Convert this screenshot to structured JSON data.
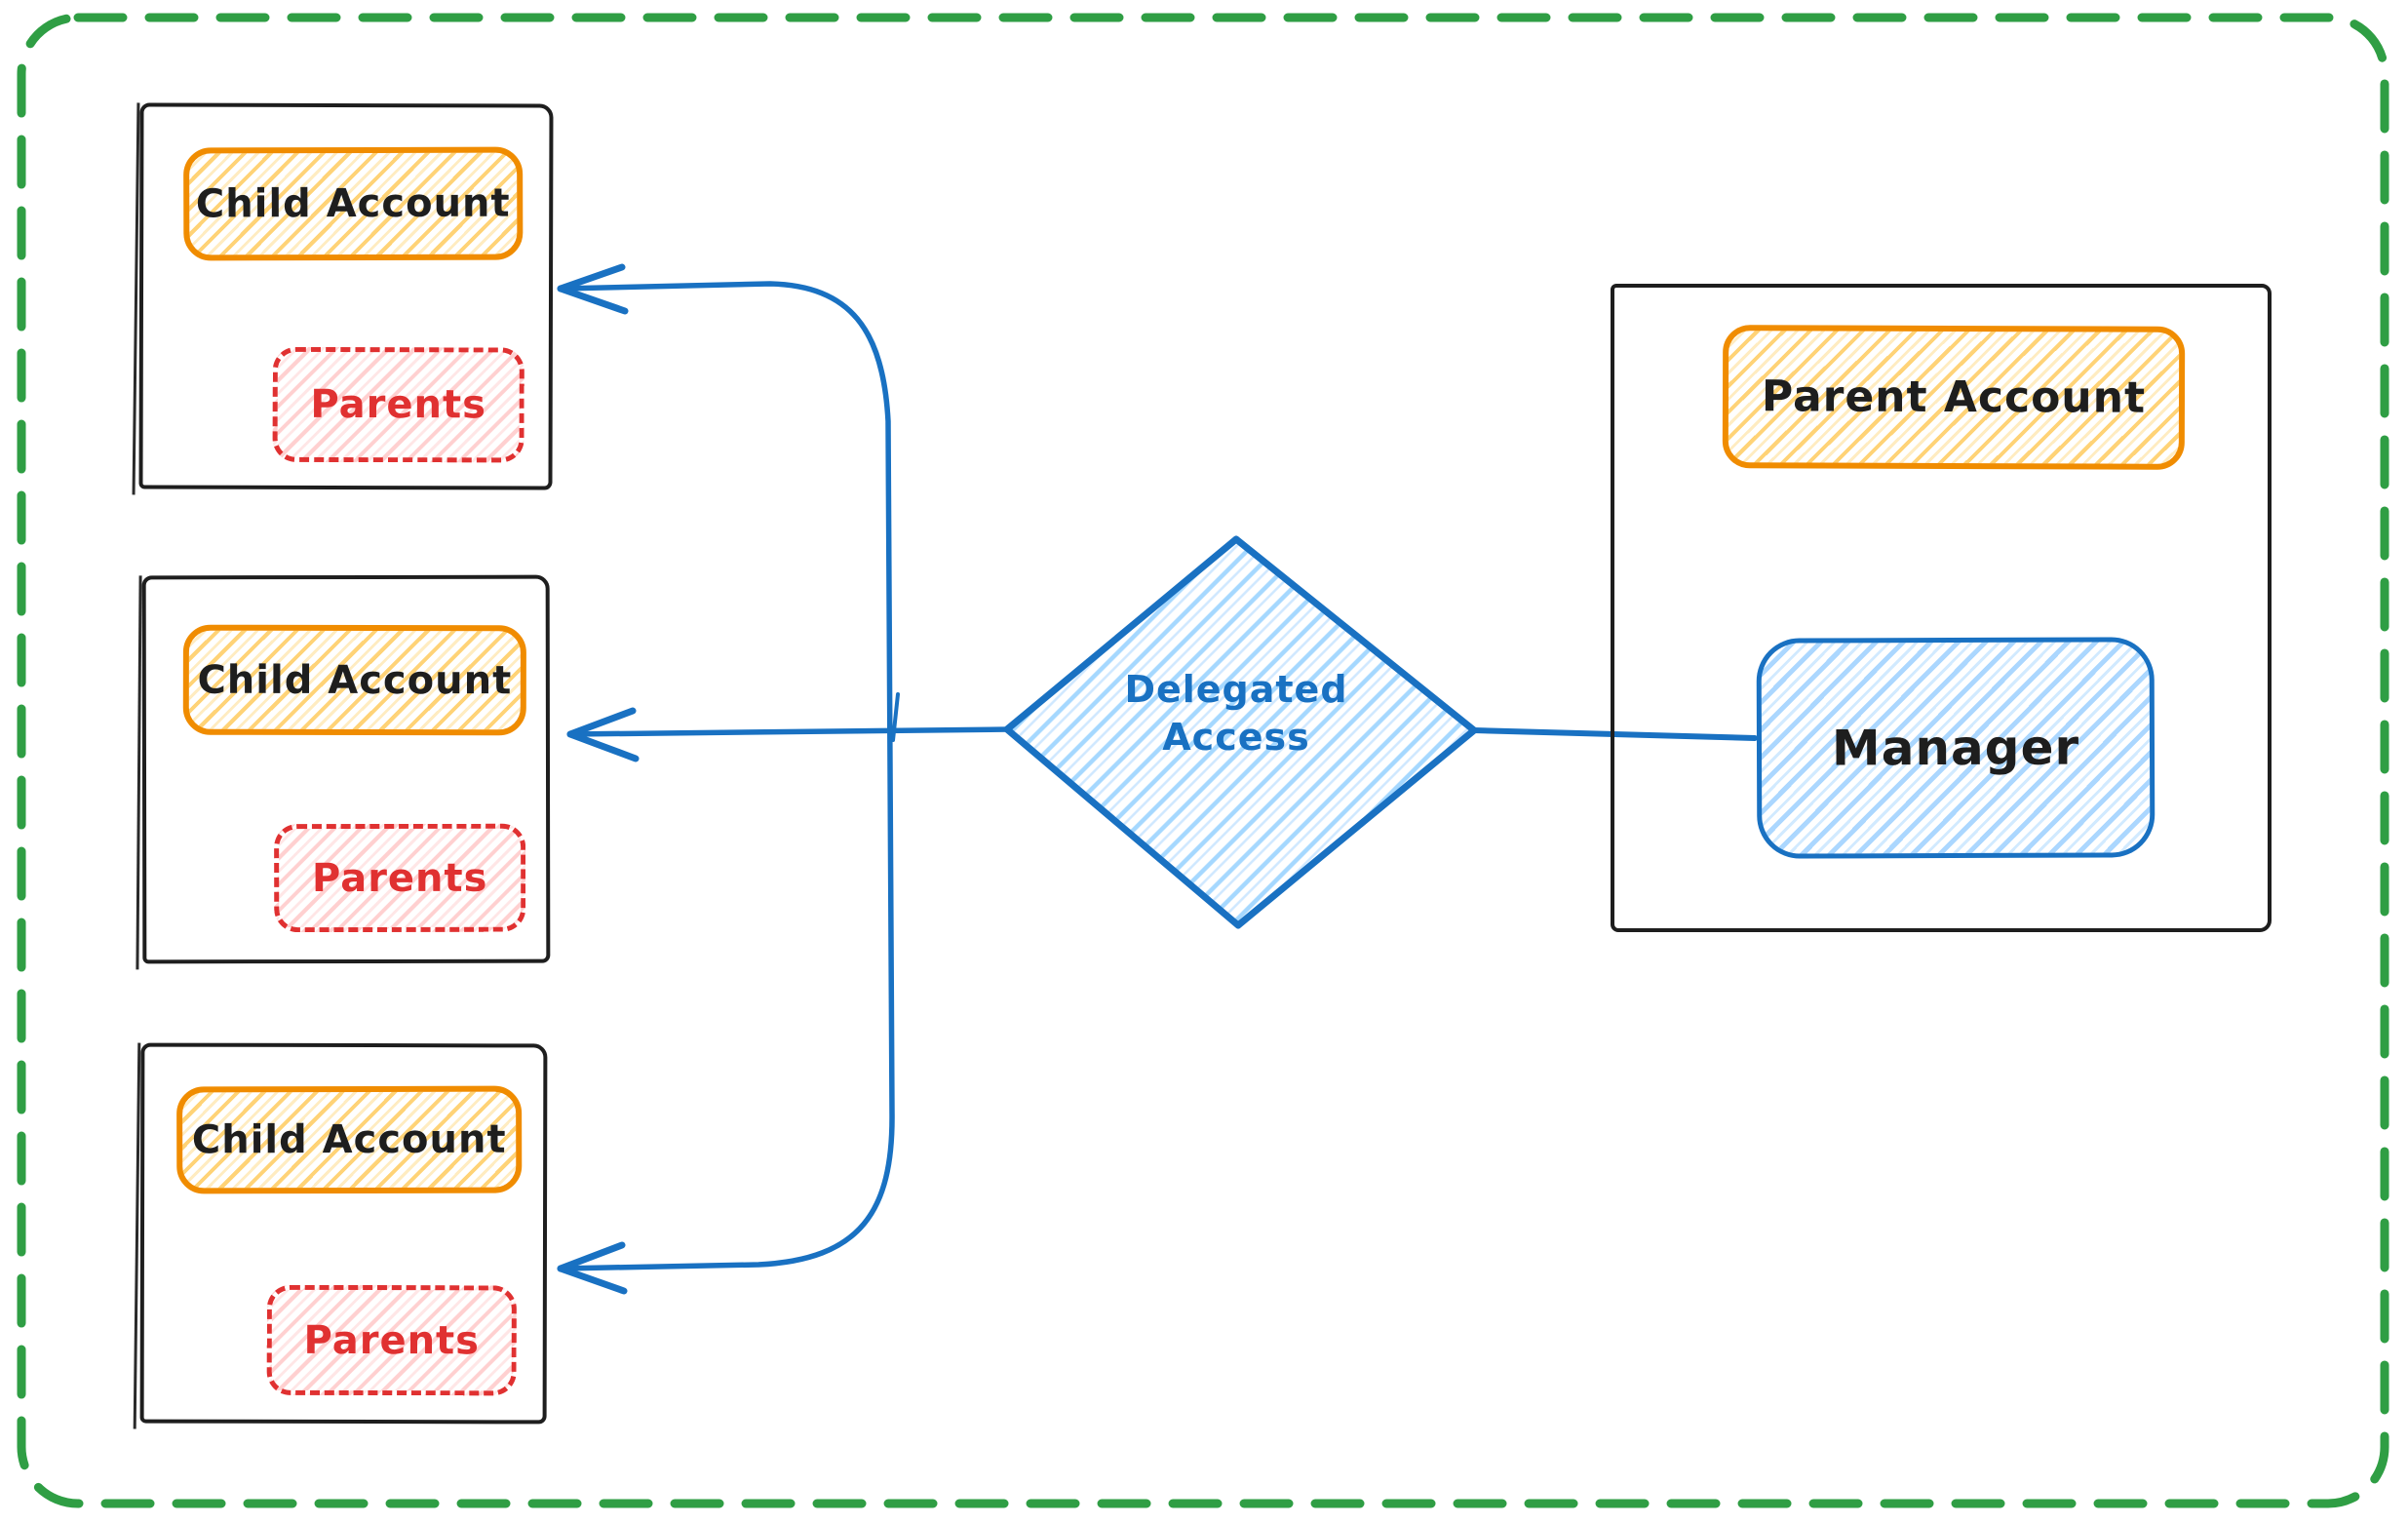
{
  "diagram": {
    "children": [
      {
        "title": "Child Account",
        "members": "Parents"
      },
      {
        "title": "Child Account",
        "members": "Parents"
      },
      {
        "title": "Child Account",
        "members": "Parents"
      }
    ],
    "parent": {
      "title": "Parent Account",
      "role": "Manager"
    },
    "decision": {
      "line1": "Delegated",
      "line2": "Access"
    }
  },
  "colors": {
    "frame_green": "#2f9e44",
    "stroke_black": "#1e1e1e",
    "stroke_orange": "#f08c00",
    "hatch_yellow": "#ffd88a",
    "stroke_red": "#e03131",
    "hatch_pink": "#ffc9c9",
    "stroke_blue": "#1971c2",
    "hatch_lightblue": "#a5d8ff"
  }
}
